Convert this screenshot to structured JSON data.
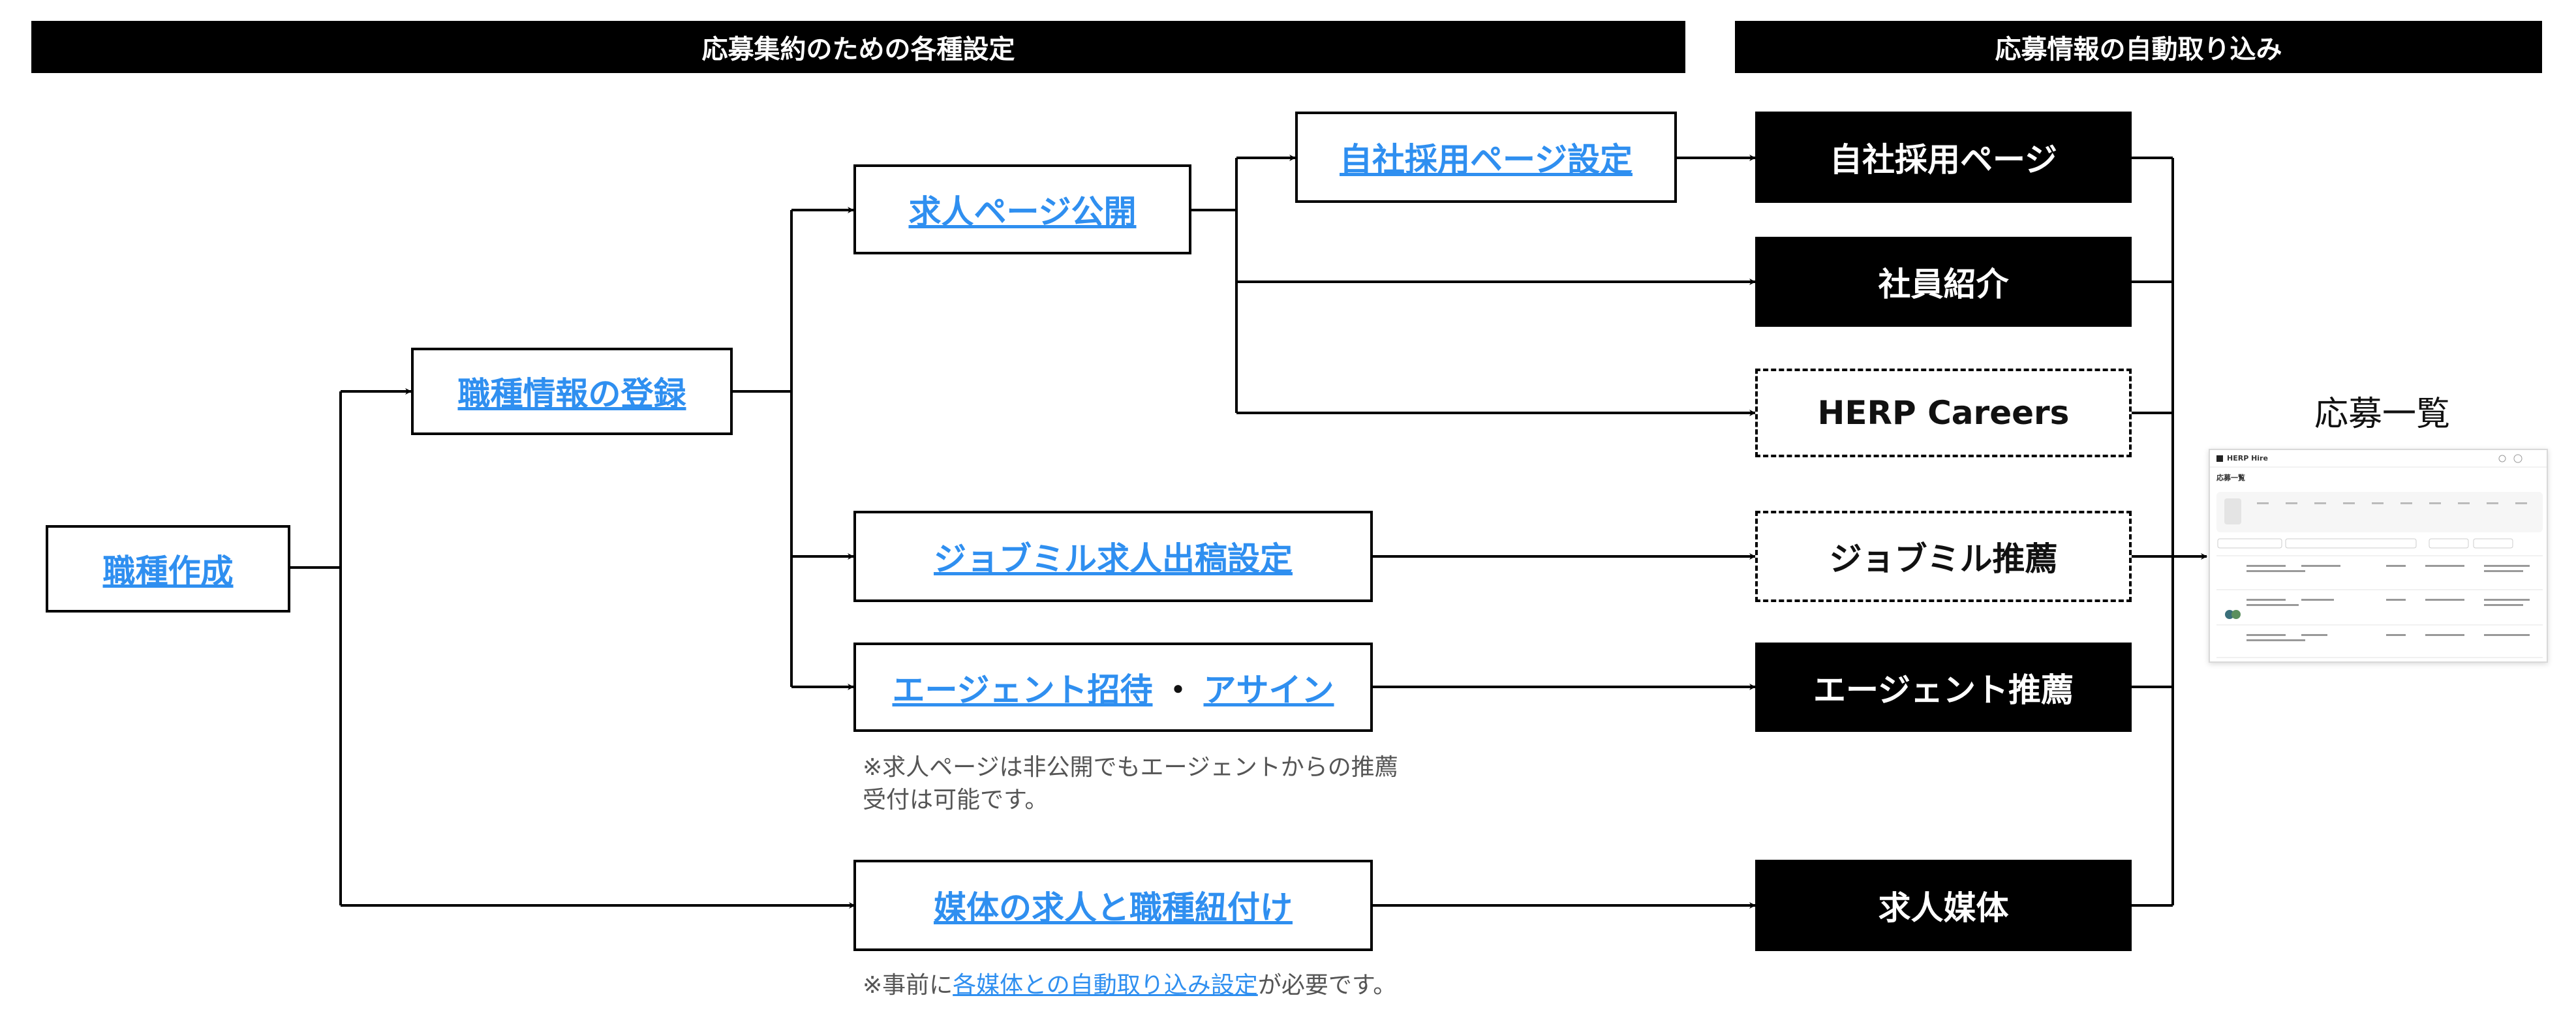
{
  "headers": {
    "left": "応募集約のための各種設定",
    "right": "応募情報の自動取り込み"
  },
  "left_nodes": {
    "job_create": "職種作成",
    "job_info_register": "職種情報の登録",
    "job_page_publish": "求人ページ公開",
    "own_page_setting": "自社採用ページ設定",
    "jobmil_setting": "ジョブミル求人出稿設定",
    "agent_invite": "エージェント招待",
    "separator": "・",
    "assign": "アサイン",
    "media_link": "媒体の求人と職種紐付け"
  },
  "notes": {
    "agent_line1": "※求人ページは非公開でもエージェントからの推薦",
    "agent_line2": "受付は可能です。",
    "media_prefix": "※事前に",
    "media_link": "各媒体との自動取り込み設定",
    "media_suffix": "が必要です。"
  },
  "sources": {
    "own_page": "自社採用ページ",
    "employee_referral": "社員紹介",
    "herp_careers": "HERP Careers",
    "jobmil": "ジョブミル推薦",
    "agent": "エージェント推薦",
    "media": "求人媒体"
  },
  "application_list": {
    "title": "応募一覧",
    "thumbnail_brand": "HERP Hire",
    "thumbnail_heading": "応募一覧"
  }
}
